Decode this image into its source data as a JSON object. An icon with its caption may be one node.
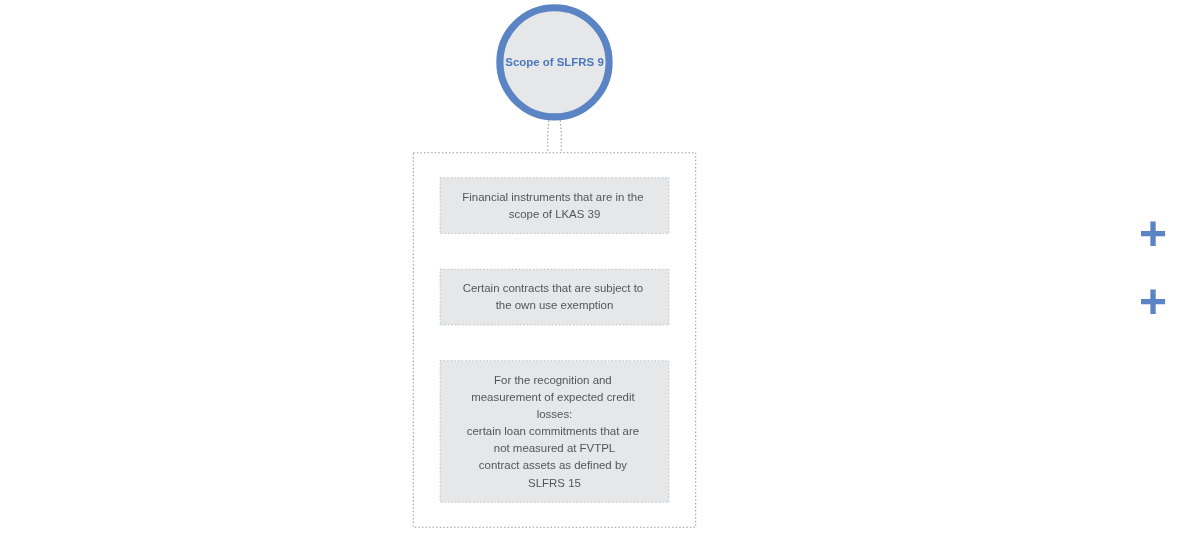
{
  "diagram": {
    "nodes": [
      {
        "text": [
          "Scope of SLFRS 9"
        ]
      },
      {
        "text": [],
        "shape": "box"
      },
      {
        "text": [
          "Financial instruments that are in the scope of LKAS 39"
        ],
        "in": 1
      },
      {
        "text": [
          "Certain contracts that are subject to the own use exemption"
        ],
        "in": 1
      },
      {
        "text": [
          "For the recognition and measurement of expected credit losses:",
          "certain loan commitments that are not measured at FVTPL",
          "contract assets as defined by SLFRS 15"
        ],
        "in": 1
      }
    ],
    "edges": [
      {
        "from": 0,
        "to": 1,
        "arrow": "none",
        "style": "dashed"
      },
      {
        "from": 0,
        "to": 1,
        "arrow": "none",
        "style": "dashed"
      }
    ],
    "labels": [
      "+",
      "+"
    ]
  }
}
